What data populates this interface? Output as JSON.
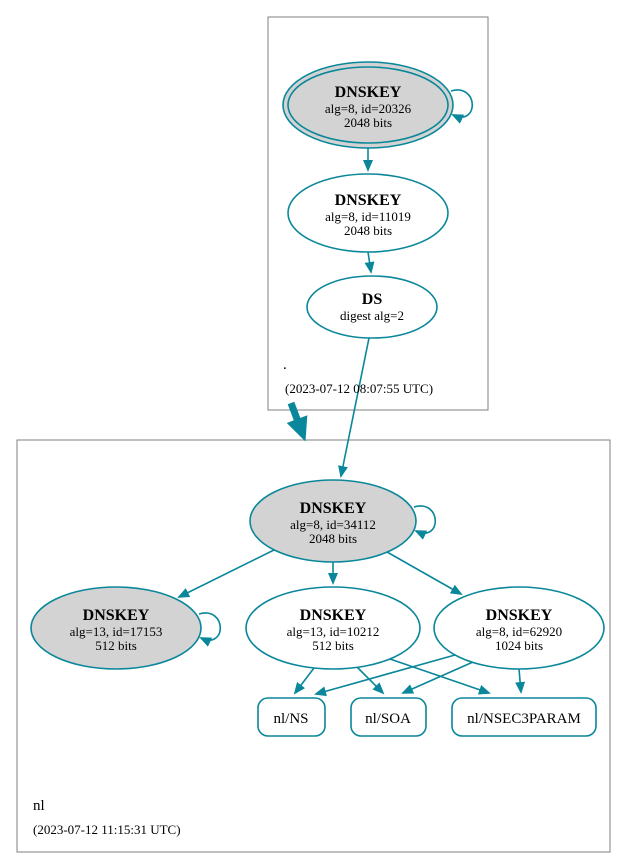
{
  "zones": {
    "root": {
      "name": ".",
      "timestamp": "(2023-07-12 08:07:55 UTC)",
      "ksk": {
        "label": "DNSKEY",
        "params": "alg=8, id=20326",
        "bits": "2048 bits"
      },
      "zsk": {
        "label": "DNSKEY",
        "params": "alg=8, id=11019",
        "bits": "2048 bits"
      },
      "ds": {
        "label": "DS",
        "params": "digest alg=2"
      }
    },
    "nl": {
      "name": "nl",
      "timestamp": "(2023-07-12 11:15:31 UTC)",
      "ksk": {
        "label": "DNSKEY",
        "params": "alg=8, id=34112",
        "bits": "2048 bits"
      },
      "zsk_a": {
        "label": "DNSKEY",
        "params": "alg=13, id=17153",
        "bits": "512 bits"
      },
      "zsk_b": {
        "label": "DNSKEY",
        "params": "alg=13, id=10212",
        "bits": "512 bits"
      },
      "zsk_c": {
        "label": "DNSKEY",
        "params": "alg=8, id=62920",
        "bits": "1024 bits"
      },
      "rrset_ns": {
        "label": "nl/NS"
      },
      "rrset_soa": {
        "label": "nl/SOA"
      },
      "rrset_nsec3param": {
        "label": "nl/NSEC3PARAM"
      }
    }
  },
  "colors": {
    "edge_teal": "#0a879a",
    "secure_key_fill": "#d3d3d3",
    "default_node_fill": "#ffffff",
    "zone_border_gray": "#7f7f7f"
  }
}
